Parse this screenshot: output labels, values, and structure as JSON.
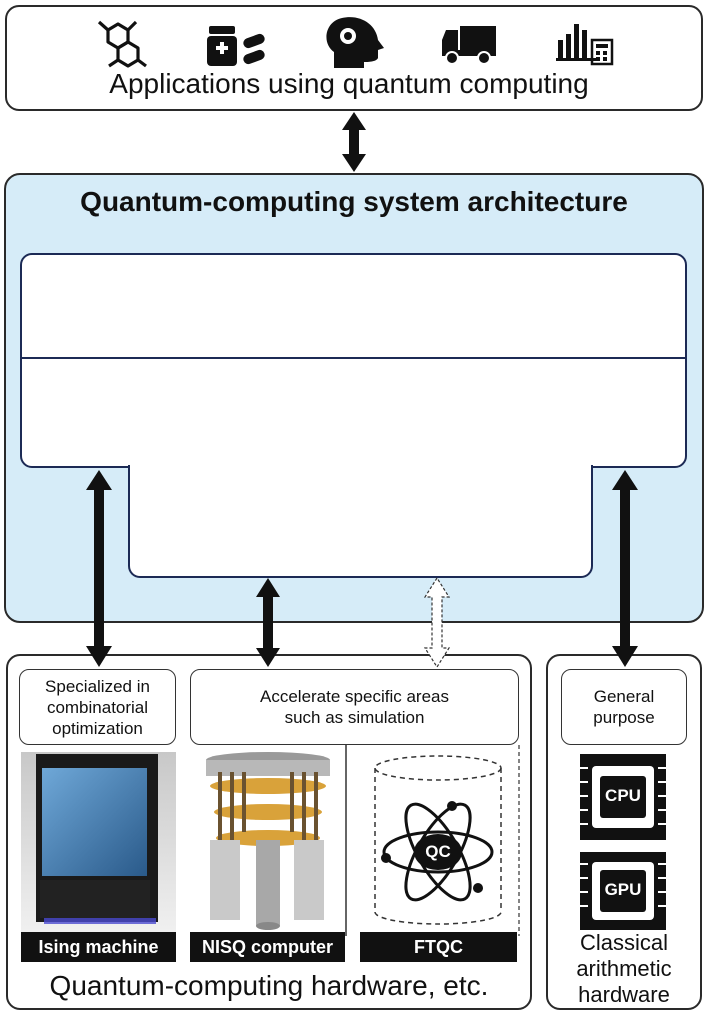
{
  "applications": {
    "title": "Applications using quantum computing",
    "icons": [
      "molecule-icon",
      "medicine-icon",
      "brain-gear-icon",
      "truck-icon",
      "finance-chart-icon"
    ]
  },
  "architecture": {
    "title": "Quantum-computing system architecture"
  },
  "hardware": {
    "title": "Quantum-computing hardware, etc.",
    "ising": {
      "label": "Specialized in combinatorial optimization",
      "tag": "Ising machine"
    },
    "accelerate": {
      "label": "Accelerate specific areas such as simulation"
    },
    "nisq": {
      "tag": "NISQ computer"
    },
    "ftqc": {
      "tag": "FTQC",
      "chip": "QC"
    }
  },
  "classical": {
    "title_lines": [
      "Classical",
      "arithmetic",
      "hardware"
    ],
    "label": "General purpose",
    "cpu": "CPU",
    "gpu": "GPU"
  },
  "colors": {
    "arch_bg": "#d6ecf8",
    "box_border": "#1c2a55",
    "tag_bg": "#111111"
  }
}
